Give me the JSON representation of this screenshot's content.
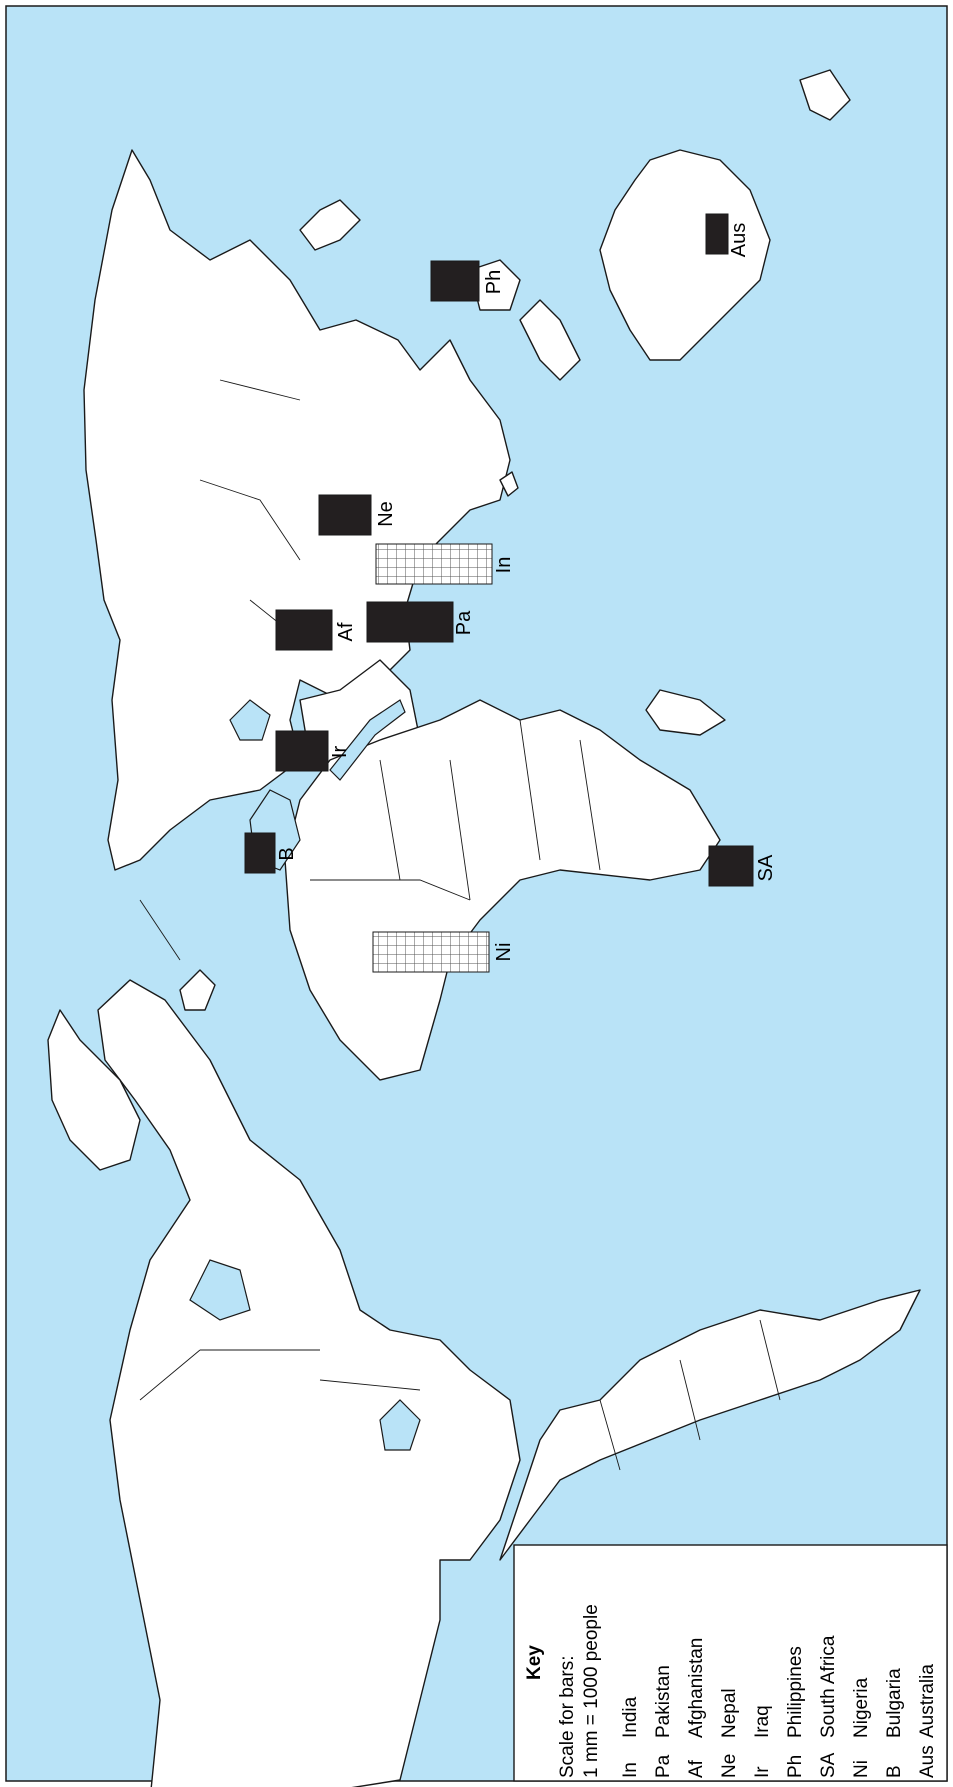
{
  "map": {
    "colors": {
      "ocean": "#b9e3f7",
      "land": "#ffffff",
      "border": "#1a1a1a",
      "bar": "#231f20",
      "hatched": "#ffffff"
    },
    "orientation": "rotated-90"
  },
  "bars": [
    {
      "code": "Ph",
      "fill": "solid"
    },
    {
      "code": "Aus",
      "fill": "solid"
    },
    {
      "code": "Ne",
      "fill": "solid"
    },
    {
      "code": "In",
      "fill": "hatched"
    },
    {
      "code": "Pa",
      "fill": "solid"
    },
    {
      "code": "Af",
      "fill": "solid"
    },
    {
      "code": "Ir",
      "fill": "solid"
    },
    {
      "code": "B",
      "fill": "solid"
    },
    {
      "code": "SA",
      "fill": "solid"
    },
    {
      "code": "Ni",
      "fill": "hatched"
    }
  ],
  "key": {
    "title": "Key",
    "scale_line1": "Scale for bars:",
    "scale_line2": "1 mm = 1000 people",
    "entries": [
      {
        "code": "In",
        "name": "India"
      },
      {
        "code": "Pa",
        "name": "Pakistan"
      },
      {
        "code": "Af",
        "name": "Afghanistan"
      },
      {
        "code": "Ne",
        "name": "Nepal"
      },
      {
        "code": "Ir",
        "name": "Iraq"
      },
      {
        "code": "Ph",
        "name": "Philippines"
      },
      {
        "code": "SA",
        "name": "South Africa"
      },
      {
        "code": "Ni",
        "name": "Nigeria"
      },
      {
        "code": "B",
        "name": "Bulgaria"
      },
      {
        "code": "Aus",
        "name": "Australia"
      }
    ]
  }
}
